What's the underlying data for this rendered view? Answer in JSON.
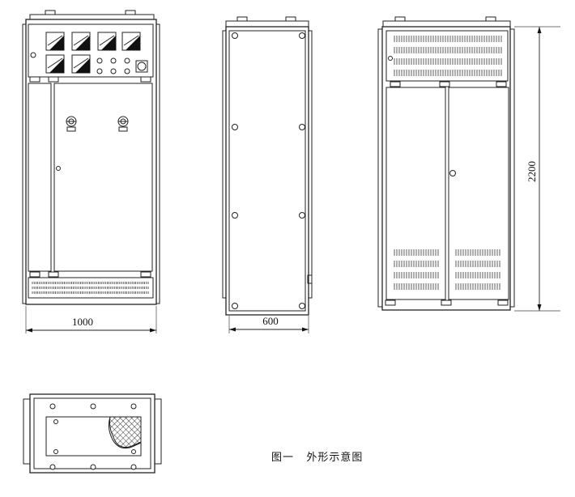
{
  "dimensions": {
    "front_width": "1000",
    "side_depth": "600",
    "height": "2200"
  },
  "caption": "图一   外形示意图"
}
